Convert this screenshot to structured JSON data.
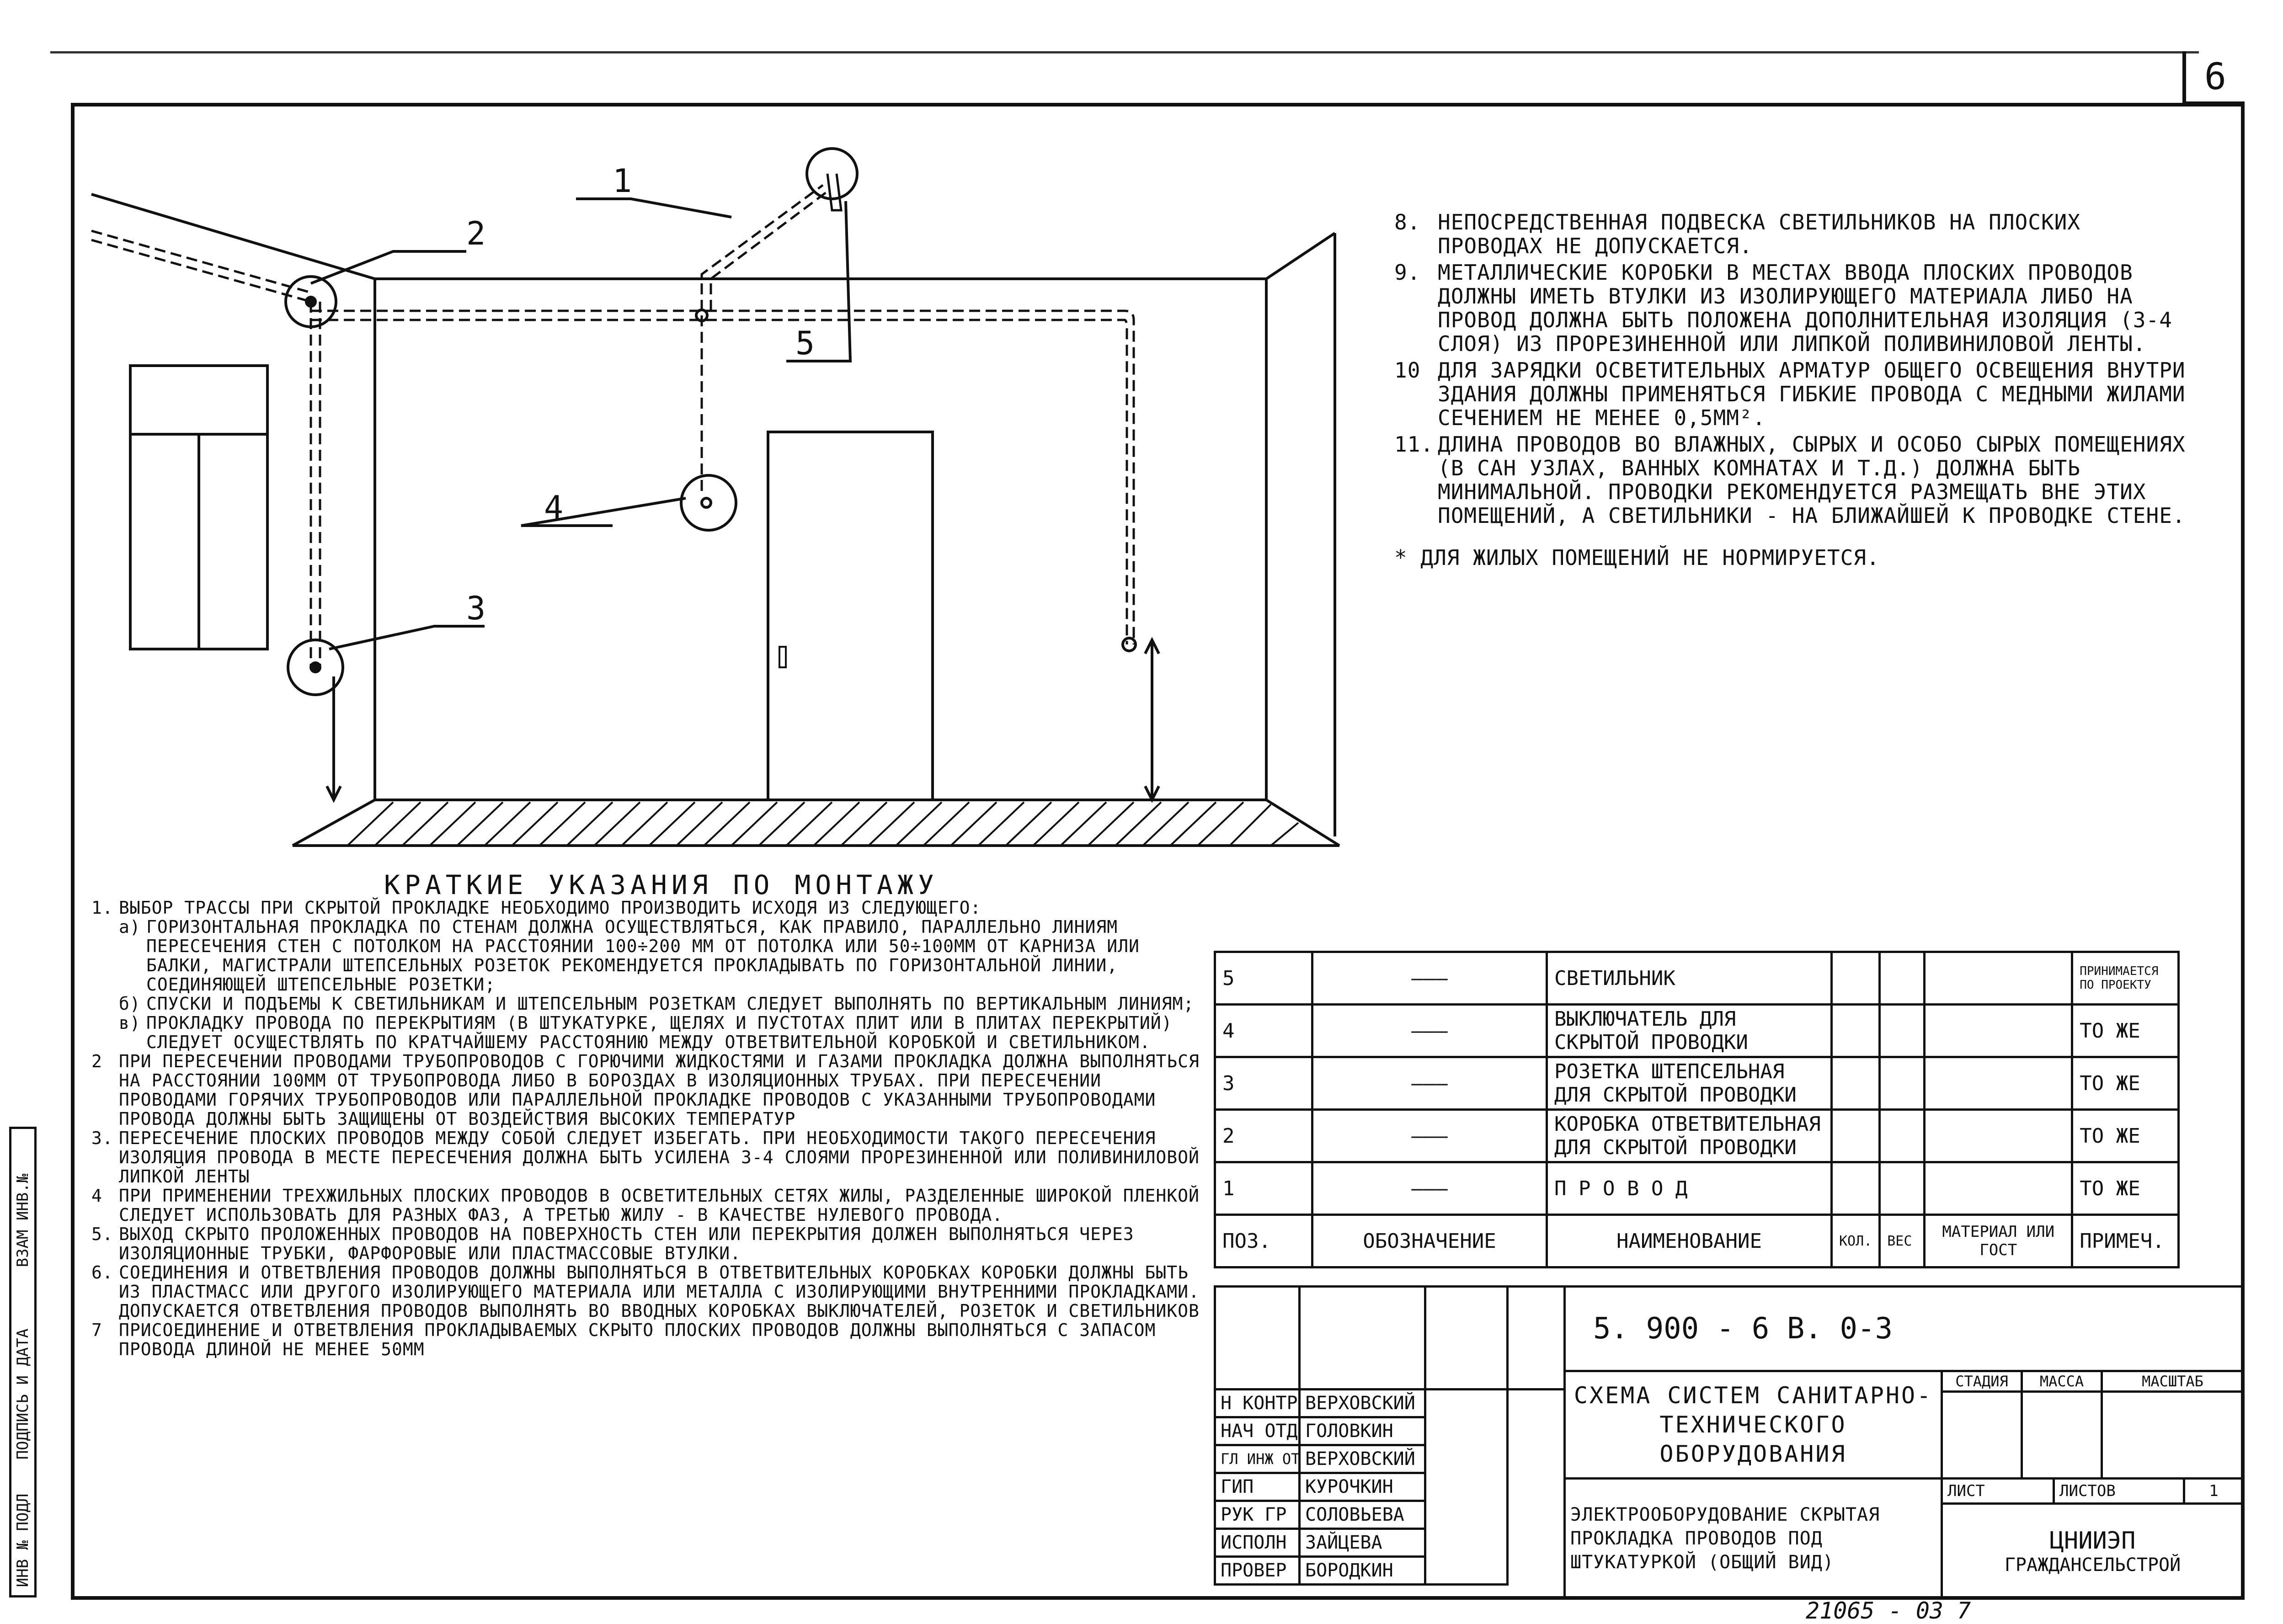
{
  "sheet_number": "6",
  "labels": {
    "l1": "1",
    "l2": "2",
    "l3": "3",
    "l4": "4",
    "l5": "5"
  },
  "notes_right": [
    {
      "num": "8.",
      "text": "НЕПОСРЕДСТВЕННАЯ ПОДВЕСКА СВЕТИЛЬНИКОВ НА ПЛОСКИХ ПРОВОДАХ НЕ ДОПУСКАЕТСЯ."
    },
    {
      "num": "9.",
      "text": "МЕТАЛЛИЧЕСКИЕ КОРОБКИ В МЕСТАХ ВВОДА ПЛОСКИХ ПРОВОДОВ ДОЛЖНЫ ИМЕТЬ ВТУЛКИ ИЗ ИЗОЛИРУЮЩЕГО МАТЕРИАЛА ЛИБО НА ПРОВОД ДОЛЖНА БЫТЬ ПОЛОЖЕНА ДОПОЛНИТЕЛЬНАЯ ИЗОЛЯЦИЯ (3-4 СЛОЯ) ИЗ ПРОРЕЗИНЕННОЙ ИЛИ ЛИПКОЙ ПОЛИВИНИЛОВОЙ ЛЕНТЫ."
    },
    {
      "num": "10",
      "text": "ДЛЯ ЗАРЯДКИ ОСВЕТИТЕЛЬНЫХ АРМАТУР ОБЩЕГО ОСВЕЩЕНИЯ ВНУТРИ ЗДАНИЯ ДОЛЖНЫ ПРИМЕНЯТЬСЯ ГИБКИЕ ПРОВОДА С МЕДНЫМИ ЖИЛАМИ СЕЧЕНИЕМ НЕ МЕНЕЕ 0,5ММ²."
    },
    {
      "num": "11.",
      "text": "ДЛИНА ПРОВОДОВ ВО ВЛАЖНЫХ, СЫРЫХ И ОСОБО СЫРЫХ ПОМЕЩЕНИЯХ (В САН УЗЛАХ, ВАННЫХ КОМНАТАХ И Т.Д.) ДОЛЖНА БЫТЬ МИНИМАЛЬНОЙ. ПРОВОДКИ РЕКОМЕНДУЕТСЯ РАЗМЕЩАТЬ ВНЕ ЭТИХ ПОМЕЩЕНИЙ, А СВЕТИЛЬНИКИ - НА БЛИЖАЙШЕЙ К ПРОВОДКЕ СТЕНЕ."
    }
  ],
  "star_note": "* ДЛЯ ЖИЛЫХ ПОМЕЩЕНИЙ НЕ НОРМИРУЕТСЯ.",
  "notes_left_title": "КРАТКИЕ УКАЗАНИЯ ПО МОНТАЖУ",
  "note1": {
    "num": "1.",
    "text": "ВЫБОР ТРАССЫ ПРИ СКРЫТОЙ ПРОКЛАДКЕ НЕОБХОДИМО ПРОИЗВОДИТЬ ИСХОДЯ ИЗ СЛЕДУЮЩЕГО:"
  },
  "note1_subs": [
    {
      "num": "а)",
      "text": "ГОРИЗОНТАЛЬНАЯ ПРОКЛАДКА ПО СТЕНАМ ДОЛЖНА ОСУЩЕСТВЛЯТЬСЯ, КАК ПРАВИЛО, ПАРАЛЛЕЛЬНО ЛИНИЯМ ПЕРЕСЕЧЕНИЯ СТЕН С ПОТОЛКОМ НА РАССТОЯНИИ 100÷200 ММ ОТ ПОТОЛКА ИЛИ 50÷100ММ ОТ КАРНИЗА ИЛИ БАЛКИ, МАГИСТРАЛИ ШТЕПСЕЛЬНЫХ РОЗЕТОК РЕКОМЕНДУЕТСЯ ПРОКЛАДЫВАТЬ ПО ГОРИЗОНТАЛЬНОЙ ЛИНИИ, СОЕДИНЯЮЩЕЙ ШТЕПСЕЛЬНЫЕ РОЗЕТКИ;"
    },
    {
      "num": "б)",
      "text": "СПУСКИ И ПОДЪЕМЫ К СВЕТИЛЬНИКАМ И ШТЕПСЕЛЬНЫМ РОЗЕТКАМ СЛЕДУЕТ ВЫПОЛНЯТЬ ПО ВЕРТИКАЛЬНЫМ ЛИНИЯМ;"
    },
    {
      "num": "в)",
      "text": "ПРОКЛАДКУ ПРОВОДА ПО ПЕРЕКРЫТИЯМ (В ШТУКАТУРКЕ, ЩЕЛЯХ И ПУСТОТАХ ПЛИТ ИЛИ В ПЛИТАХ ПЕРЕКРЫТИЙ) СЛЕДУЕТ ОСУЩЕСТВЛЯТЬ ПО КРАТЧАЙШЕМУ РАССТОЯНИЮ МЕЖДУ ОТВЕТВИТЕЛЬНОЙ КОРОБКОЙ И СВЕТИЛЬНИКОМ."
    }
  ],
  "notes_left": [
    {
      "num": "2",
      "text": "ПРИ ПЕРЕСЕЧЕНИИ ПРОВОДАМИ ТРУБОПРОВОДОВ С ГОРЮЧИМИ ЖИДКОСТЯМИ И ГАЗАМИ ПРОКЛАДКА ДОЛЖНА ВЫПОЛНЯТЬСЯ НА РАССТОЯНИИ 100ММ ОТ ТРУБОПРОВОДА ЛИБО В БОРОЗДАХ В ИЗОЛЯЦИОННЫХ ТРУБАХ. ПРИ ПЕРЕСЕЧЕНИИ ПРОВОДАМИ ГОРЯЧИХ ТРУБОПРОВОДОВ ИЛИ ПАРАЛЛЕЛЬНОЙ ПРОКЛАДКЕ ПРОВОДОВ С УКАЗАННЫМИ ТРУБОПРОВОДАМИ ПРОВОДА ДОЛЖНЫ БЫТЬ ЗАЩИЩЕНЫ ОТ ВОЗДЕЙСТВИЯ ВЫСОКИХ ТЕМПЕРАТУР"
    },
    {
      "num": "3.",
      "text": "ПЕРЕСЕЧЕНИЕ ПЛОСКИХ ПРОВОДОВ МЕЖДУ СОБОЙ СЛЕДУЕТ ИЗБЕГАТЬ. ПРИ НЕОБХОДИМОСТИ ТАКОГО ПЕРЕСЕЧЕНИЯ ИЗОЛЯЦИЯ ПРОВОДА В МЕСТЕ ПЕРЕСЕЧЕНИЯ ДОЛЖНА БЫТЬ УСИЛЕНА 3-4 СЛОЯМИ ПРОРЕЗИНЕННОЙ ИЛИ ПОЛИВИНИЛОВОЙ ЛИПКОЙ ЛЕНТЫ"
    },
    {
      "num": "4",
      "text": "ПРИ ПРИМЕНЕНИИ ТРЕХЖИЛЬНЫХ ПЛОСКИХ ПРОВОДОВ В ОСВЕТИТЕЛЬНЫХ СЕТЯХ ЖИЛЫ, РАЗДЕЛЕННЫЕ ШИРОКОЙ ПЛЕНКОЙ СЛЕДУЕТ ИСПОЛЬЗОВАТЬ ДЛЯ РАЗНЫХ ФАЗ, А ТРЕТЬЮ ЖИЛУ - В КАЧЕСТВЕ НУЛЕВОГО ПРОВОДА."
    },
    {
      "num": "5.",
      "text": "ВЫХОД СКРЫТО ПРОЛОЖЕННЫХ ПРОВОДОВ НА ПОВЕРХНОСТЬ СТЕН ИЛИ ПЕРЕКРЫТИЯ ДОЛЖЕН ВЫПОЛНЯТЬСЯ ЧЕРЕЗ ИЗОЛЯЦИОННЫЕ ТРУБКИ, ФАРФОРОВЫЕ ИЛИ ПЛАСТМАССОВЫЕ ВТУЛКИ."
    },
    {
      "num": "6.",
      "text": "СОЕДИНЕНИЯ И ОТВЕТВЛЕНИЯ ПРОВОДОВ ДОЛЖНЫ ВЫПОЛНЯТЬСЯ В ОТВЕТВИТЕЛЬНЫХ КОРОБКАХ КОРОБКИ ДОЛЖНЫ БЫТЬ ИЗ ПЛАСТМАСС ИЛИ ДРУГОГО ИЗОЛИРУЮЩЕГО МАТЕРИАЛА ИЛИ МЕТАЛЛА С ИЗОЛИРУЮЩИМИ ВНУТРЕННИМИ ПРОКЛАДКАМИ. ДОПУСКАЕТСЯ ОТВЕТВЛЕНИЯ ПРОВОДОВ ВЫПОЛНЯТЬ ВО ВВОДНЫХ КОРОБКАХ ВЫКЛЮЧАТЕЛЕЙ, РОЗЕТОК И СВЕТИЛЬНИКОВ"
    },
    {
      "num": "7",
      "text": "ПРИСОЕДИНЕНИЕ И ОТВЕТВЛЕНИЯ ПРОКЛАДЫВАЕМЫХ СКРЫТО ПЛОСКИХ ПРОВОДОВ ДОЛЖНЫ ВЫПОЛНЯТЬСЯ С ЗАПАСОМ ПРОВОДА ДЛИНОЙ НЕ МЕНЕЕ 50ММ"
    }
  ],
  "side_stamp": {
    "a": "ИНВ № ПОДЛ",
    "b": "ПОДПИСЬ И ДАТА",
    "c": "ВЗАМ ИНВ.№"
  },
  "spec": {
    "rows": [
      {
        "pos": "5",
        "des": "———",
        "name": "СВЕТИЛЬНИК",
        "note": "ПРИНИМАЕТСЯ ПО ПРОЕКТУ"
      },
      {
        "pos": "4",
        "des": "———",
        "name": "ВЫКЛЮЧАТЕЛЬ ДЛЯ СКРЫТОЙ ПРОВОДКИ",
        "note": "ТО ЖЕ"
      },
      {
        "pos": "3",
        "des": "———",
        "name": "РОЗЕТКА ШТЕПСЕЛЬНАЯ ДЛЯ СКРЫТОЙ ПРОВОДКИ",
        "note": "ТО ЖЕ"
      },
      {
        "pos": "2",
        "des": "———",
        "name": "КОРОБКА ОТВЕТВИТЕЛЬНАЯ ДЛЯ СКРЫТОЙ ПРОВОДКИ",
        "note": "ТО ЖЕ"
      },
      {
        "pos": "1",
        "des": "———",
        "name": "П Р О В О Д",
        "note": "ТО ЖЕ"
      }
    ],
    "header": {
      "pos": "ПОЗ.",
      "des": "ОБОЗНАЧЕНИЕ",
      "name": "НАИМЕНОВАНИЕ",
      "qty": "КОЛ.",
      "mass": "ВЕС",
      "mat": "МАТЕРИАЛ ИЛИ ГОСТ",
      "note": "ПРИМЕЧ."
    }
  },
  "stamp": {
    "code": "5. 900 - 6     В. 0-3",
    "title": "СХЕМА СИСТЕМ САНИТАРНО-ТЕХНИЧЕСКОГО ОБОРУДОВАНИЯ",
    "subtitle": "ЭЛЕКТРООБОРУДОВАНИЕ СКРЫТАЯ ПРОКЛАДКА ПРОВОДОВ ПОД ШТУКАТУРКОЙ (ОБЩИЙ ВИД)",
    "stage": "СТАДИЯ",
    "massa": "МАССА",
    "scale": "МАСШТАБ",
    "list": "ЛИСТ",
    "lists": "ЛИСТОВ",
    "lists_val": "1",
    "org1": "ЦНИИЭП",
    "org2": "ГРАЖДАНСЕЛЬСТРОЙ",
    "people": [
      {
        "role": "Н КОНТР",
        "name": "ВЕРХОВСКИЙ"
      },
      {
        "role": "НАЧ ОТД",
        "name": "ГОЛОВКИН"
      },
      {
        "role": "ГЛ ИНЖ ОТ",
        "name": "ВЕРХОВСКИЙ"
      },
      {
        "role": "ГИП",
        "name": "КУРОЧКИН"
      },
      {
        "role": "РУК ГР",
        "name": "СОЛОВЬЕВА"
      },
      {
        "role": "ИСПОЛН",
        "name": "ЗАЙЦЕВА"
      },
      {
        "role": "ПРОВЕР",
        "name": "БОРОДКИН"
      }
    ]
  },
  "footer": "21065 - 03   7"
}
